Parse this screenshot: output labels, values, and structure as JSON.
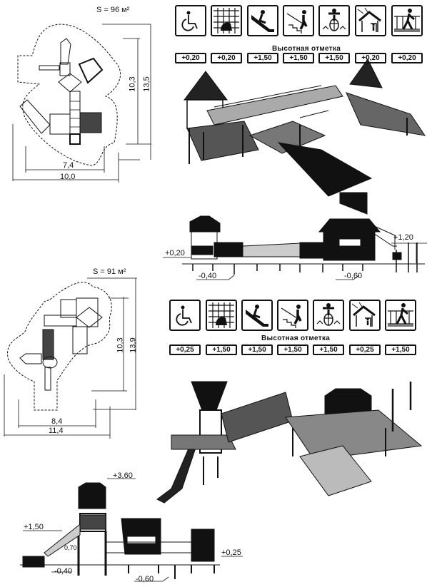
{
  "plans": [
    {
      "area": "S = 96 м²",
      "dims": {
        "inner_height": "10,3",
        "outer_height": "13,5",
        "inner_width": "7,4",
        "outer_width": "10,0"
      }
    },
    {
      "area": "S = 91 м²",
      "dims": {
        "inner_height": "10,3",
        "outer_height": "13,9",
        "inner_width": "8,4",
        "outer_width": "11,4"
      }
    }
  ],
  "icon_rows": [
    {
      "icons": [
        "wheelchair-icon",
        "climbing-net-icon",
        "slide-icon",
        "stairs-handrail-icon",
        "spring-rider-icon",
        "playhouse-icon",
        "ramp-walk-icon"
      ],
      "label": "Высотная отметка",
      "elevations": [
        "+0,20",
        "+0,20",
        "+1,50",
        "+1,50",
        "+1,50",
        "+0,20",
        "+0,20"
      ]
    },
    {
      "icons": [
        "wheelchair-icon",
        "climbing-net-icon",
        "slide-icon",
        "stairs-handrail-icon",
        "spring-rider-icon",
        "playhouse-icon",
        "ramp-walk-icon"
      ],
      "label": "Высотная отметка",
      "elevations": [
        "+0,25",
        "+1,50",
        "+1,50",
        "+1,50",
        "+1,50",
        "+0,25",
        "+1,50"
      ]
    }
  ],
  "sections": [
    {
      "marks": {
        "left_level": "+0,20",
        "right_level": "+1,20",
        "footing_left": "-0,40",
        "footing_right": "-0,60"
      }
    },
    {
      "marks": {
        "top": "+3,60",
        "platform": "+1,50",
        "step": "0,70",
        "right_level": "+0,25",
        "footing_left": "-0,40",
        "footing_right": "-0,60"
      }
    }
  ]
}
